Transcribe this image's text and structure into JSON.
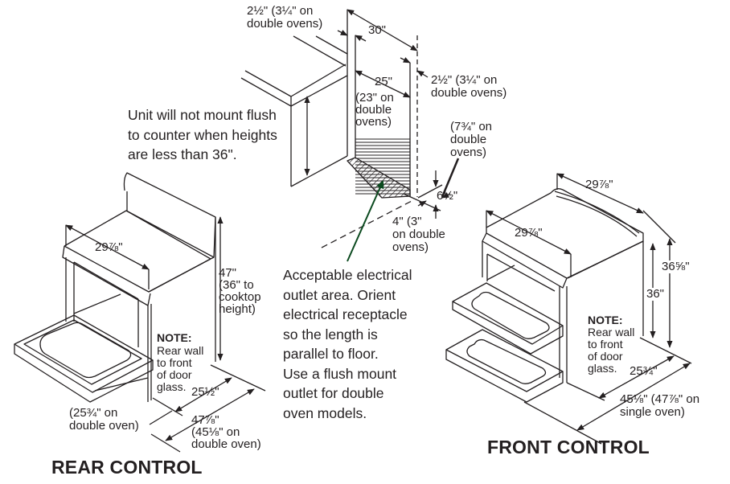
{
  "diagram": {
    "type": "installation-dimensions",
    "subject": "Range installation clearances",
    "colors": {
      "line": "#231f20",
      "arrow_accent": "#0b4a1f",
      "background": "#ffffff"
    }
  },
  "cabinet": {
    "side_clearance": "2½\" (3¼\" on\ndouble ovens)",
    "width_30": "30\"",
    "width_25": "25\"",
    "width_25_alt": "(23\" on\ndouble\novens)",
    "right_clearance": "2½\" (3¼\" on\ndouble ovens)",
    "outlet_height_alt": "(7¾\" on\ndouble\novens)",
    "outlet_height": "6½\"",
    "outlet_depth": "4\" (3\"\non double\novens)",
    "counter_note": "Unit will not mount flush\nto counter when heights\nare less than 36\".",
    "outlet_note": "Acceptable electrical\noutlet area. Orient\nelectrical receptacle\nso the length is\nparallel to floor.\nUse a flush mount\noutlet for double\noven models."
  },
  "rear_control": {
    "title": "REAR CONTROL",
    "width": "29⅞\"",
    "height": "47\"\n(36\" to\ncooktop\nheight)",
    "note_head": "NOTE:",
    "note_body": "Rear wall\nto front\nof door\nglass.",
    "depth_closed": "25½\"",
    "depth_closed_alt": "(25¾\" on\ndouble oven)",
    "depth_open": "47⅞\"\n(45⅛\" on\ndouble oven)"
  },
  "front_control": {
    "title": "FRONT CONTROL",
    "width_back": "29⅞\"",
    "width_front": "29⅞\"",
    "height_cooktop": "36\"",
    "height_total": "36⅝\"",
    "note_head": "NOTE:",
    "note_body": "Rear wall\nto front\nof door\nglass.",
    "depth_closed": "25¾\"",
    "depth_open": "45⅛\" (47⅞\" on\nsingle oven)"
  }
}
